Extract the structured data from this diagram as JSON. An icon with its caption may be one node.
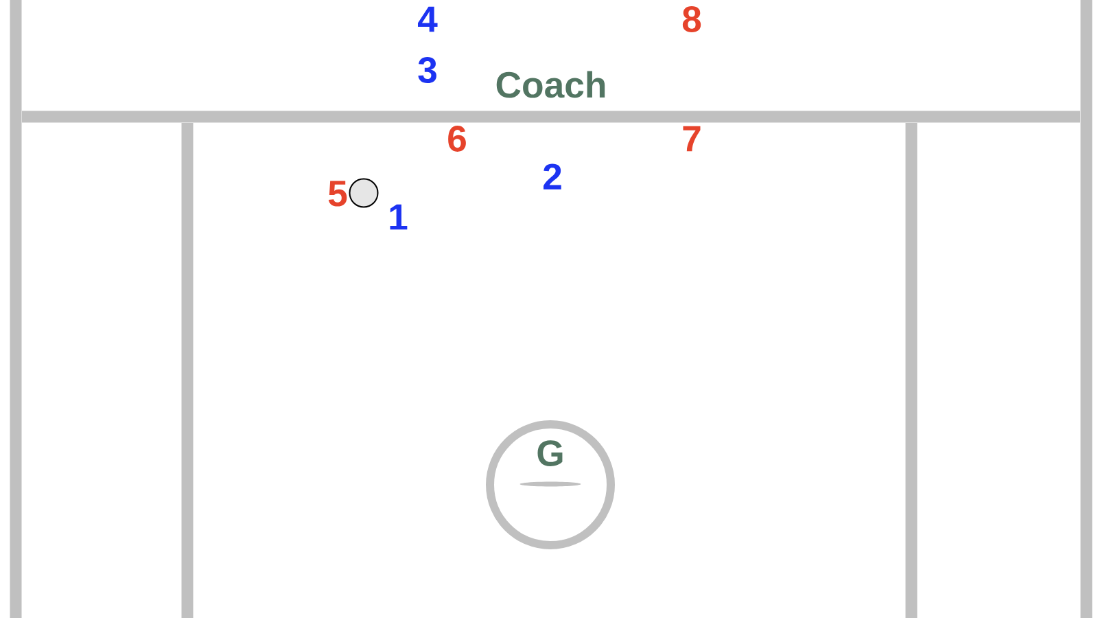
{
  "diagram": {
    "nodes": [
      {
        "text": [
          "G"
        ]
      }
    ],
    "labels": [
      "4",
      "8",
      "3",
      "Coach",
      "6",
      "7",
      "2",
      "5",
      "1"
    ]
  }
}
